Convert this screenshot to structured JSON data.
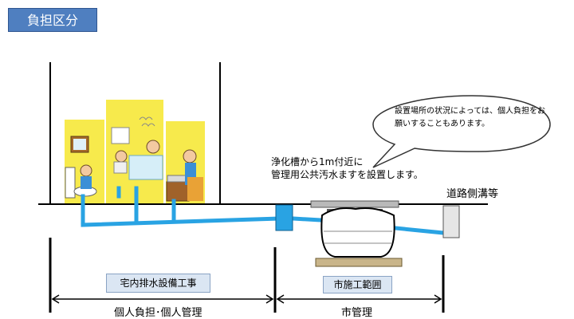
{
  "title": "負担区分",
  "callout": "設置場所の状況によっては、個人負担をお願いすることもあります。",
  "note_line1": "浄化槽から1m付近に",
  "note_line2": "管理用公共汚水ますを設置します。",
  "road_label": "道路側溝等",
  "left_box": "宅内排水設備工事",
  "right_box": "市施工範囲",
  "left_span": "個人負担･個人管理",
  "right_span": "市管理",
  "colors": {
    "pipe": "#29a3e3",
    "room": "#f7ea4c",
    "badge": "#4f7fc0"
  },
  "icons": [
    "toilet-icon",
    "bath-icon",
    "kitchen-sink-icon",
    "septic-tank-icon",
    "manhole-icon",
    "gutter-icon"
  ]
}
